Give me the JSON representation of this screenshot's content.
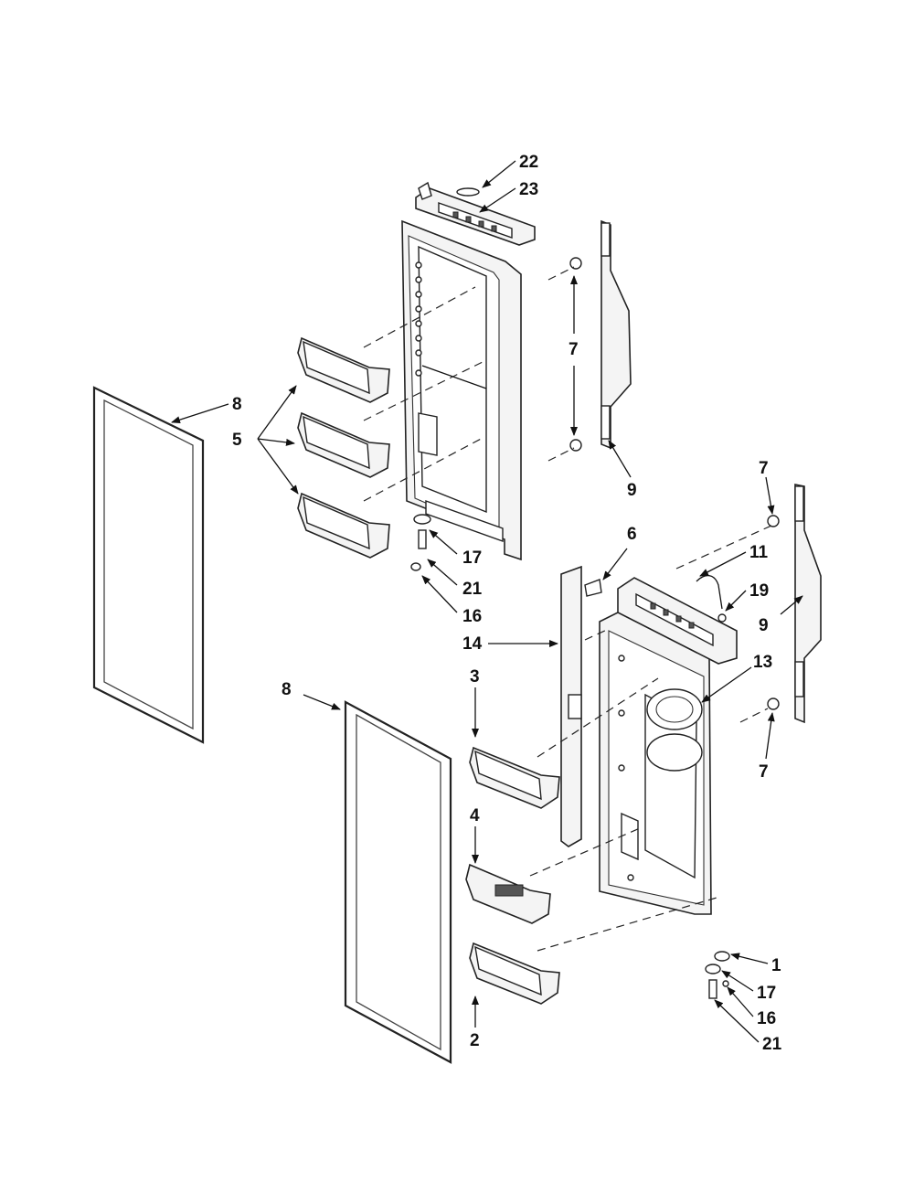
{
  "diagram": {
    "labels": {
      "l22": "22",
      "l23": "23",
      "l8a": "8",
      "l5": "5",
      "l7a": "7",
      "l9a": "9",
      "l17a": "17",
      "l21a": "21",
      "l16a": "16",
      "l7b": "7",
      "l11": "11",
      "l6": "6",
      "l19": "19",
      "l9b": "9",
      "l14": "14",
      "l13": "13",
      "l3": "3",
      "l8b": "8",
      "l7c": "7",
      "l4": "4",
      "l1": "1",
      "l17b": "17",
      "l16b": "16",
      "l2": "2",
      "l21b": "21"
    }
  }
}
